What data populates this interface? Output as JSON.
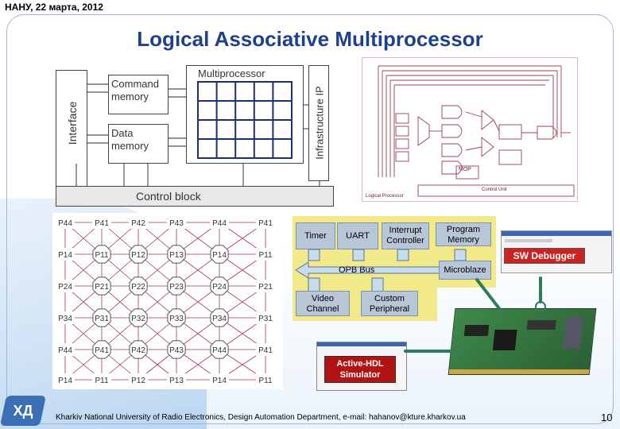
{
  "header": {
    "date_label": "НАНУ, 22 марта, 2012"
  },
  "title": "Logical Associative Multiprocessor",
  "architecture": {
    "interface": "Interface",
    "command_memory": "Command memory",
    "data_memory": "Data memory",
    "multiprocessor": "Multiprocessor",
    "infrastructure": "Infrastructure IP",
    "control_block": "Control block"
  },
  "schematic": {
    "logical_processor": "Logical Processor",
    "control_unit": "Control Unit",
    "mop": "MOP"
  },
  "pgrid": {
    "edge_rows": [
      [
        "P44",
        "P41",
        "P42",
        "P43",
        "P44",
        "P41"
      ],
      [
        "P14",
        "P11"
      ],
      [
        "P24",
        "P21"
      ],
      [
        "P34",
        "P31"
      ],
      [
        "P44",
        "P41"
      ],
      [
        "P14",
        "P11",
        "P12",
        "P13",
        "P14",
        "P11"
      ]
    ],
    "inner": [
      [
        "P11",
        "P12",
        "P13",
        "P14"
      ],
      [
        "P21",
        "P22",
        "P23",
        "P24"
      ],
      [
        "P31",
        "P32",
        "P33",
        "P34"
      ],
      [
        "P41",
        "P42",
        "P43",
        "P44"
      ]
    ]
  },
  "soc": {
    "timer": "Timer",
    "uart": "UART",
    "interrupt": "Interrupt Controller",
    "program_memory": "Program Memory",
    "opb_bus": "OPB Bus",
    "microblaze": "Microblaze",
    "video_channel": "Video Channel",
    "custom_peripheral": "Custom Peripheral"
  },
  "tools": {
    "sw_debugger": "SW Debugger",
    "active_hdl": "Active-HDL Simulator"
  },
  "logo_text": "ХД",
  "footer": "Kharkiv National University of Radio Electronics, Design Automation Department, e-mail: hahanov@kture.kharkov.ua",
  "page_number": "10",
  "colors": {
    "title": "#1f3f8f",
    "soc_bg": "#f2e98a",
    "soc_block": "#b7c7d8",
    "bus": "#c9dced",
    "arrow_green": "#2d7d5a",
    "debugger_bg": "#cc2222",
    "pcb": "#2f6e3a"
  }
}
